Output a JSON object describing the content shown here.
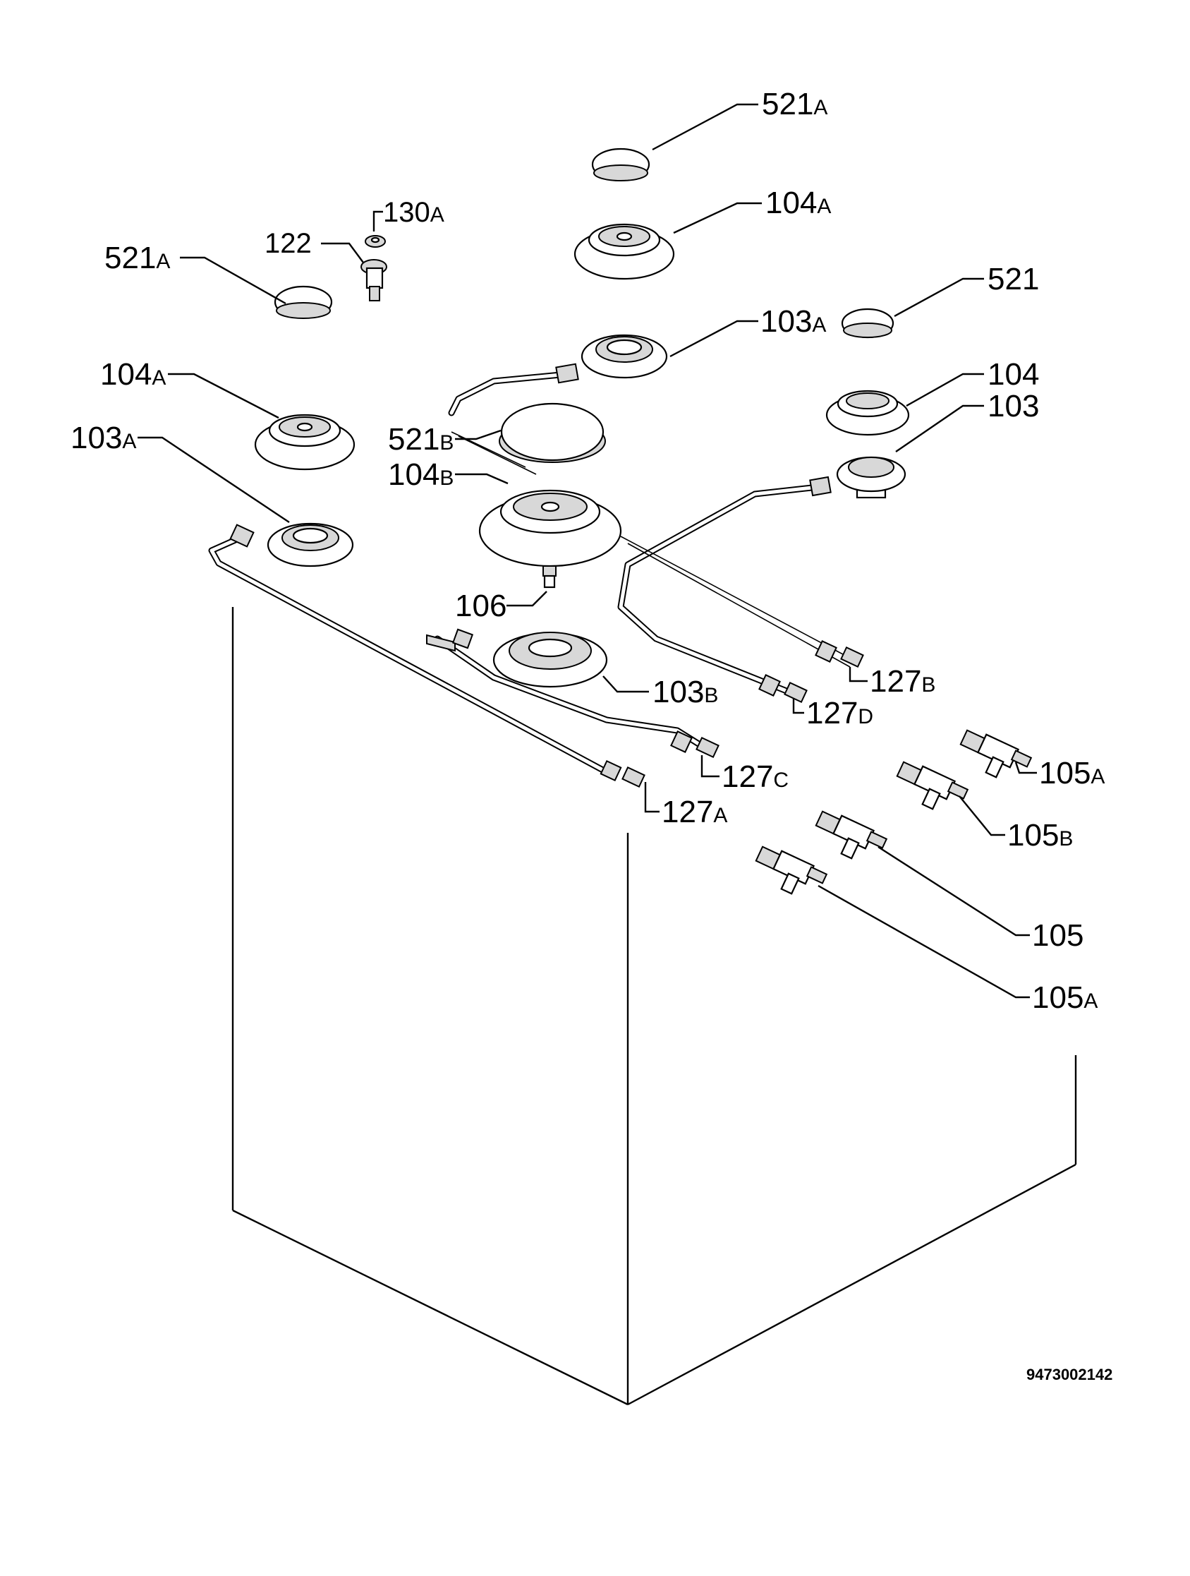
{
  "diagram": {
    "drawing_code": "9473002142",
    "labels": [
      {
        "id": "521a-top",
        "num": "521",
        "suffix": "A"
      },
      {
        "id": "104a-top",
        "num": "104",
        "suffix": "A"
      },
      {
        "id": "130a",
        "num": "130",
        "suffix": "A"
      },
      {
        "id": "122",
        "num": "122",
        "suffix": ""
      },
      {
        "id": "521a-left",
        "num": "521",
        "suffix": "A"
      },
      {
        "id": "103a-top",
        "num": "103",
        "suffix": "A"
      },
      {
        "id": "521",
        "num": "521",
        "suffix": ""
      },
      {
        "id": "104a-left",
        "num": "104",
        "suffix": "A"
      },
      {
        "id": "104",
        "num": "104",
        "suffix": ""
      },
      {
        "id": "103",
        "num": "103",
        "suffix": ""
      },
      {
        "id": "103a-left",
        "num": "103",
        "suffix": "A"
      },
      {
        "id": "521b",
        "num": "521",
        "suffix": "B"
      },
      {
        "id": "104b",
        "num": "104",
        "suffix": "B"
      },
      {
        "id": "106",
        "num": "106",
        "suffix": ""
      },
      {
        "id": "103b",
        "num": "103",
        "suffix": "B"
      },
      {
        "id": "127b",
        "num": "127",
        "suffix": "B"
      },
      {
        "id": "127d",
        "num": "127",
        "suffix": "D"
      },
      {
        "id": "105a-top",
        "num": "105",
        "suffix": "A"
      },
      {
        "id": "127c",
        "num": "127",
        "suffix": "C"
      },
      {
        "id": "105b",
        "num": "105",
        "suffix": "B"
      },
      {
        "id": "127a",
        "num": "127",
        "suffix": "A"
      },
      {
        "id": "105",
        "num": "105",
        "suffix": ""
      },
      {
        "id": "105a-bottom",
        "num": "105",
        "suffix": "A"
      }
    ]
  }
}
